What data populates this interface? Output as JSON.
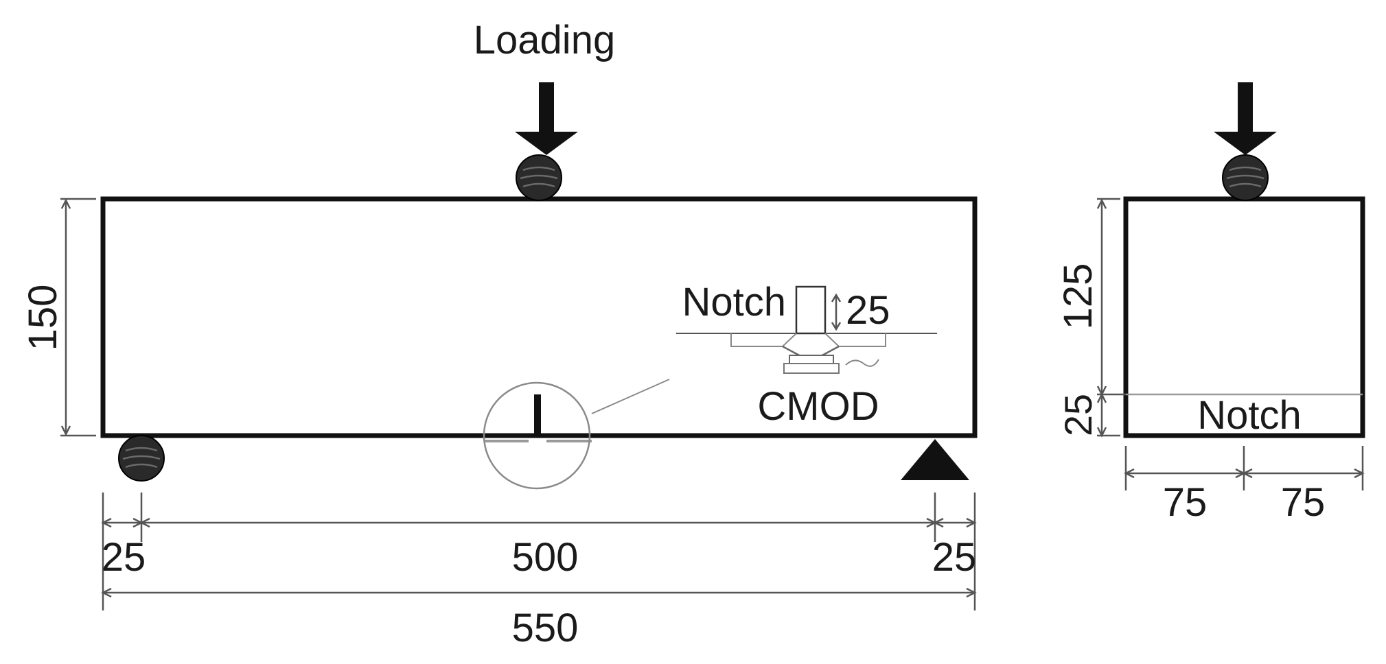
{
  "labels": {
    "loading": "Loading",
    "notch_detail": "Notch",
    "notch_depth": "25",
    "cmod": "CMOD",
    "beam_height": "150",
    "left_overhang": "25",
    "span": "500",
    "right_overhang": "25",
    "total_length": "550",
    "section_upper": "125",
    "section_notch_height": "25",
    "section_notch": "Notch",
    "section_half_left": "75",
    "section_half_right": "75"
  }
}
